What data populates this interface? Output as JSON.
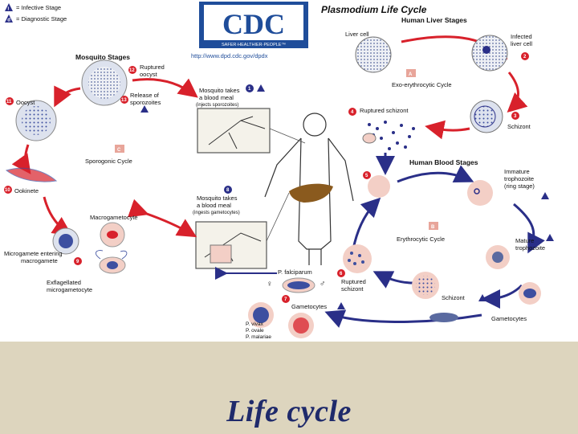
{
  "legend": {
    "infective": "= Infective Stage",
    "diagnostic": "= Diagnostic Stage",
    "infective_symbol": "i",
    "diagnostic_symbol": "d"
  },
  "logo": {
    "text": "CDC",
    "tagline": "SAFER·HEALTHIER·PEOPLE™",
    "url": "http://www.dpd.cdc.gov/dpdx"
  },
  "diagram_title": "Plasmodium Life Cycle",
  "sections": {
    "human_liver": "Human Liver Stages",
    "human_blood": "Human Blood Stages",
    "mosquito": "Mosquito Stages"
  },
  "cycles": {
    "exo": {
      "letter": "A",
      "label": "Exo-erythrocytic Cycle"
    },
    "erythro": {
      "letter": "B",
      "label": "Erythrocytic Cycle"
    },
    "sporogonic": {
      "letter": "C",
      "label": "Sporogonic Cycle"
    }
  },
  "mosquito_meals": {
    "first": {
      "num": "1",
      "line1": "Mosquito takes",
      "line2": "a blood meal",
      "line3": "(injects sporozoites)"
    },
    "second": {
      "num": "8",
      "line1": "Mosquito takes",
      "line2": "a blood meal",
      "line3": "(ingests gametocytes)"
    }
  },
  "liver": {
    "liver_cell": "Liver cell",
    "infected_l1": "Infected",
    "infected_l2": "liver cell",
    "infected_num": "2",
    "schizont": "Schizont",
    "schizont_num": "3",
    "ruptured": "Ruptured schizont",
    "ruptured_num": "4"
  },
  "blood": {
    "num5": "5",
    "immature_l1": "Immature",
    "immature_l2": "trophozoite",
    "immature_l3": "(ring stage)",
    "mature_l1": "Mature",
    "mature_l2": "trophozoite",
    "schizont": "Schizont",
    "ruptured_l1": "Ruptured",
    "ruptured_l2": "schizont",
    "ruptured_num": "6",
    "gametocytes": "Gametocytes",
    "gametocytes_left": "Gametocytes",
    "gametocytes_left_num": "7",
    "p_falciparum": "P. falciparum",
    "p_vivax": "P. vivax",
    "p_ovale": "P. ovale",
    "p_malariae": "P. malariae"
  },
  "mosquito_stages": {
    "ruptured_l1": "Ruptured",
    "ruptured_l2": "oocyst",
    "ruptured_num": "12",
    "release_l1": "Release of",
    "release_l2": "sporozoites",
    "release_num": "13",
    "oocyst": "Oocyst",
    "oocyst_num": "11",
    "ookinete": "Ookinete",
    "ookinete_num": "10",
    "macro": "Macrogametocyte",
    "micro_l1": "Microgamete entering",
    "micro_l2": "macrogamete",
    "micro_num": "9",
    "exflag_l1": "Exflagellated",
    "exflag_l2": "microgametocyte"
  },
  "slide_title": "Life cycle",
  "colors": {
    "arrow": "#d8212b",
    "dark_arrow": "#2a2f88",
    "logo_blue": "#1f4d9a",
    "caption_band": "#ddd5be",
    "title": "#1f2a6b",
    "liver": "#8a5a1e",
    "cell_blue": "#3d4fa0",
    "cell_pink": "#f3cfc6"
  }
}
